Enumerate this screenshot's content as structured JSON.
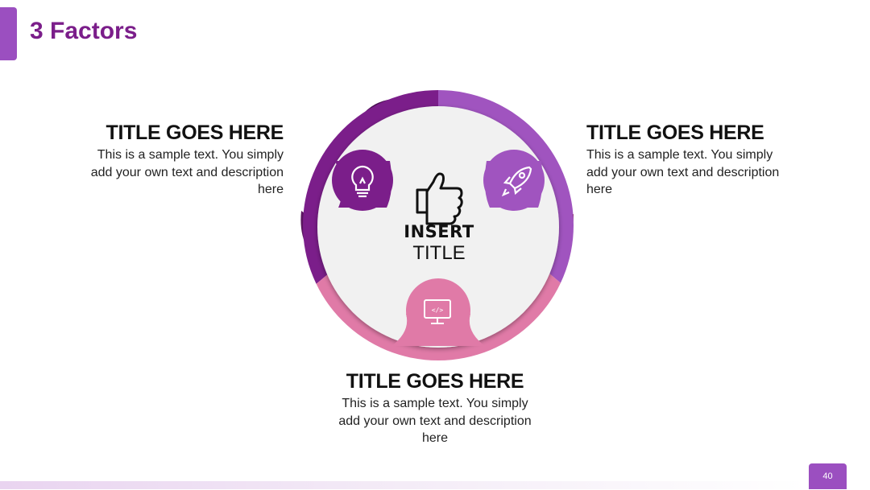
{
  "slide": {
    "title": "3 Factors",
    "page_number": "40"
  },
  "center": {
    "line1": "INSERT",
    "line2": "TITLE",
    "icon": "thumbs-up-icon"
  },
  "factors": [
    {
      "position": "left",
      "title": "TITLE GOES HERE",
      "text": "This is a sample text. You simply add your own text and description here",
      "icon": "lightbulb-icon",
      "color": "#7b1e8a"
    },
    {
      "position": "right",
      "title": "TITLE GOES HERE",
      "text": "This is a sample text. You simply add your own text and description here",
      "icon": "rocket-icon",
      "color": "#a054bf"
    },
    {
      "position": "bottom",
      "title": "TITLE GOES HERE",
      "text": "This is a sample text. You simply add your own text and description here",
      "icon": "monitor-code-icon",
      "color": "#e07aa7"
    }
  ],
  "colors": {
    "accent": "#9b4fc0",
    "title": "#7b1e8a",
    "circle_fill": "#f1f1f1"
  }
}
